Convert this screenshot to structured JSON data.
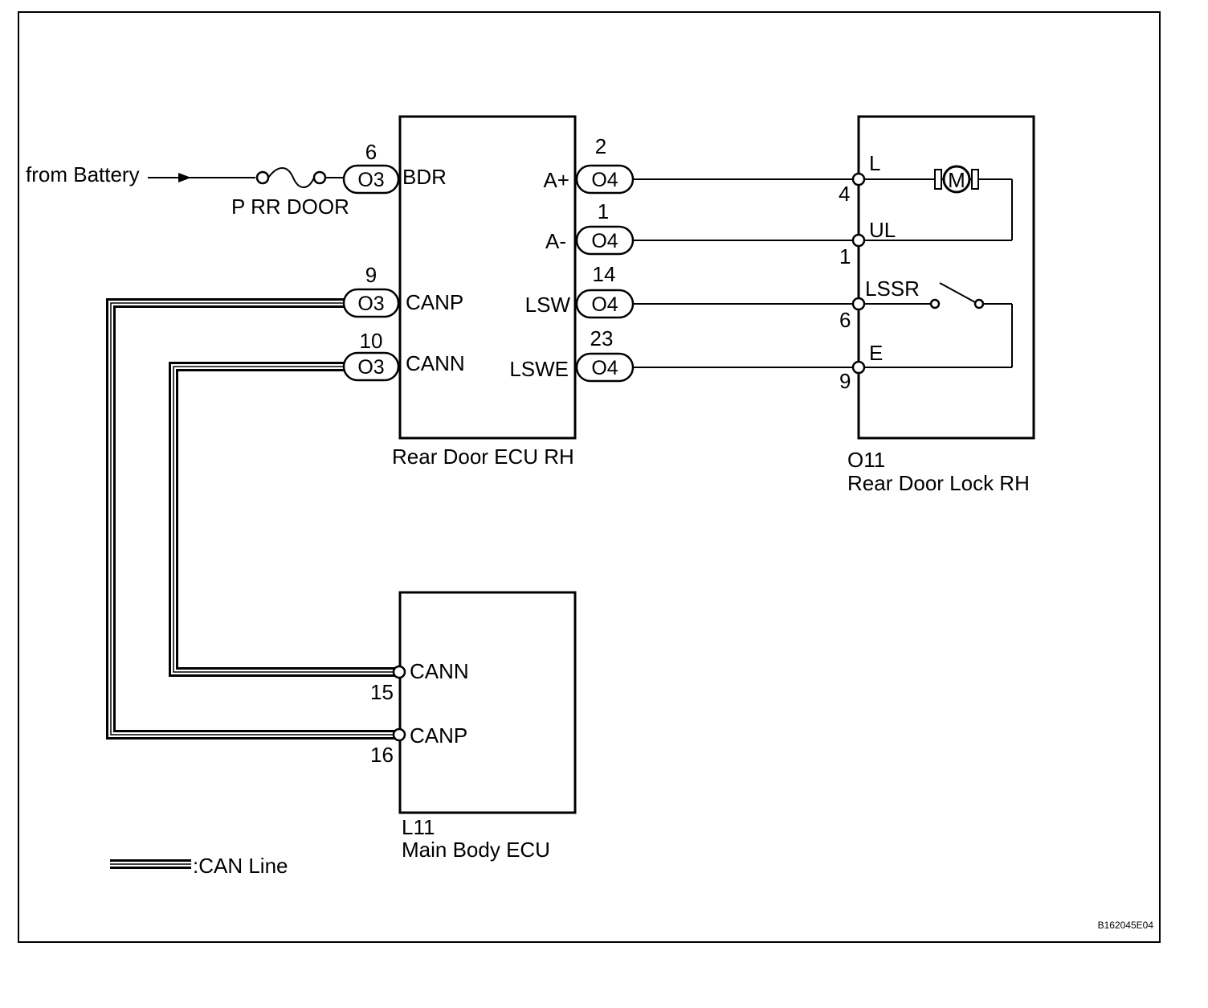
{
  "source": {
    "label": "from Battery"
  },
  "fuse": {
    "label": "P RR DOOR"
  },
  "ecu": {
    "title": "Rear Door ECU RH",
    "left_pins": [
      {
        "terminal": "BDR",
        "connector": "O3",
        "pin": "6"
      },
      {
        "terminal": "CANP",
        "connector": "O3",
        "pin": "9"
      },
      {
        "terminal": "CANN",
        "connector": "O3",
        "pin": "10"
      }
    ],
    "right_pins": [
      {
        "terminal": "A+",
        "connector": "O4",
        "pin": "2"
      },
      {
        "terminal": "A-",
        "connector": "O4",
        "pin": "1"
      },
      {
        "terminal": "LSW",
        "connector": "O4",
        "pin": "14"
      },
      {
        "terminal": "LSWE",
        "connector": "O4",
        "pin": "23"
      }
    ]
  },
  "lock": {
    "code": "O11",
    "title": "Rear Door Lock RH",
    "motor_label": "M",
    "pins": [
      {
        "terminal": "L",
        "pin": "4"
      },
      {
        "terminal": "UL",
        "pin": "1"
      },
      {
        "terminal": "LSSR",
        "pin": "6"
      },
      {
        "terminal": "E",
        "pin": "9"
      }
    ]
  },
  "main_ecu": {
    "code": "L11",
    "title": "Main Body ECU",
    "pins": [
      {
        "terminal": "CANN",
        "pin": "15"
      },
      {
        "terminal": "CANP",
        "pin": "16"
      }
    ]
  },
  "legend": {
    "label": ":CAN Line"
  },
  "figure_id": "B162045E04"
}
